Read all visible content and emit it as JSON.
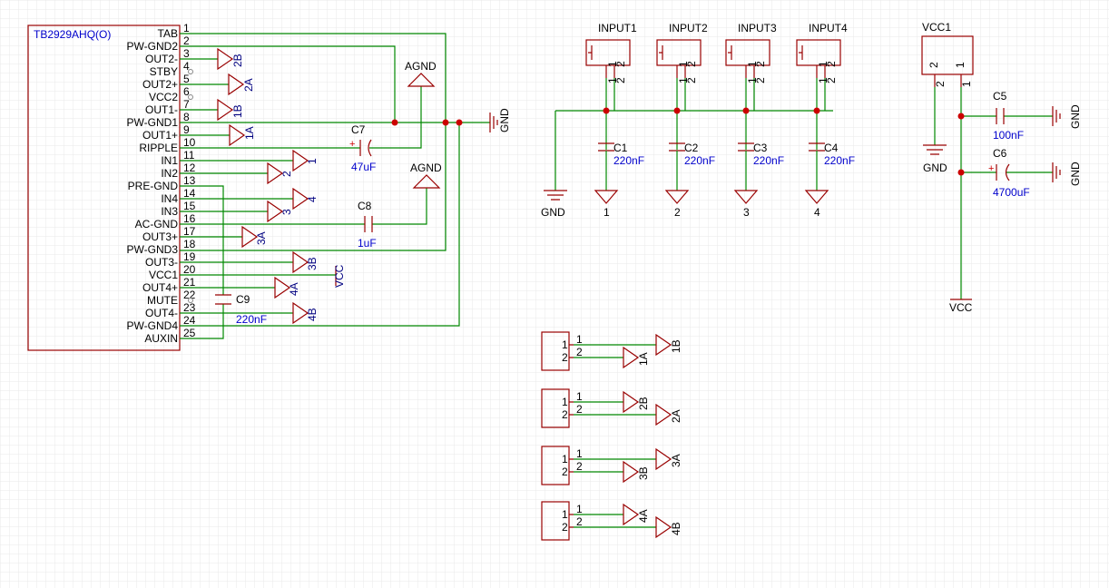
{
  "colors": {
    "background": "#ffffff",
    "grid": "#e6e6e6",
    "body": "#990000",
    "wire": "#008800",
    "junction": "#cc0000",
    "text_black": "#000000",
    "text_blue": "#0000cc"
  },
  "ic": {
    "name": "TB2929AHQ(O)",
    "pins": [
      {
        "num": "1",
        "name": "TAB"
      },
      {
        "num": "2",
        "name": "PW-GND2"
      },
      {
        "num": "3",
        "name": "OUT2-"
      },
      {
        "num": "4",
        "name": "STBY"
      },
      {
        "num": "5",
        "name": "OUT2+"
      },
      {
        "num": "6",
        "name": "VCC2"
      },
      {
        "num": "7",
        "name": "OUT1-"
      },
      {
        "num": "8",
        "name": "PW-GND1"
      },
      {
        "num": "9",
        "name": "OUT1+"
      },
      {
        "num": "10",
        "name": "RIPPLE"
      },
      {
        "num": "11",
        "name": "IN1"
      },
      {
        "num": "12",
        "name": "IN2"
      },
      {
        "num": "13",
        "name": "PRE-GND"
      },
      {
        "num": "14",
        "name": "IN4"
      },
      {
        "num": "15",
        "name": "IN3"
      },
      {
        "num": "16",
        "name": "AC-GND"
      },
      {
        "num": "17",
        "name": "OUT3+"
      },
      {
        "num": "18",
        "name": "PW-GND3"
      },
      {
        "num": "19",
        "name": "OUT3-"
      },
      {
        "num": "20",
        "name": "VCC1"
      },
      {
        "num": "21",
        "name": "OUT4+"
      },
      {
        "num": "22",
        "name": "MUTE"
      },
      {
        "num": "23",
        "name": "OUT4-"
      },
      {
        "num": "24",
        "name": "PW-GND4"
      },
      {
        "num": "25",
        "name": "AUXIN"
      }
    ]
  },
  "net_flags": {
    "pin3": "2B",
    "pin5": "2A",
    "pin7": "1B",
    "pin9": "1A",
    "pin11": "1",
    "pin12": "2",
    "pin14": "4",
    "pin15": "3",
    "pin17": "3A",
    "pin19": "3B",
    "pin21": "4A",
    "pin23": "4B"
  },
  "power": {
    "agnd": "AGND",
    "gnd": "GND",
    "vcc": "VCC"
  },
  "left_caps": {
    "c7": {
      "ref": "C7",
      "value": "47uF"
    },
    "c8": {
      "ref": "C8",
      "value": "1uF"
    },
    "c9": {
      "ref": "C9",
      "value": "220nF"
    }
  },
  "inputs": [
    {
      "ref": "INPUT1",
      "pin1": "1",
      "pin2": "2",
      "cap": "C1",
      "value": "220nF",
      "flag": "1"
    },
    {
      "ref": "INPUT2",
      "pin1": "1",
      "pin2": "2",
      "cap": "C2",
      "value": "220nF",
      "flag": "2"
    },
    {
      "ref": "INPUT3",
      "pin1": "1",
      "pin2": "2",
      "cap": "C3",
      "value": "220nF",
      "flag": "3"
    },
    {
      "ref": "INPUT4",
      "pin1": "1",
      "pin2": "2",
      "cap": "C4",
      "value": "220nF",
      "flag": "4"
    }
  ],
  "vcc_block": {
    "ref": "VCC1",
    "pin2": "2",
    "pin1": "1",
    "c5": {
      "ref": "C5",
      "value": "100nF"
    },
    "c6": {
      "ref": "C6",
      "value": "4700uF"
    }
  },
  "speakers": [
    {
      "pin1": "1",
      "pin2": "2",
      "flag1": "1B",
      "flag2": "1A"
    },
    {
      "pin1": "1",
      "pin2": "2",
      "flag1": "2B",
      "flag2": "2A"
    },
    {
      "pin1": "1",
      "pin2": "2",
      "flag1": "3A",
      "flag2": "3B"
    },
    {
      "pin1": "1",
      "pin2": "2",
      "flag1": "4A",
      "flag2": "4B"
    }
  ]
}
